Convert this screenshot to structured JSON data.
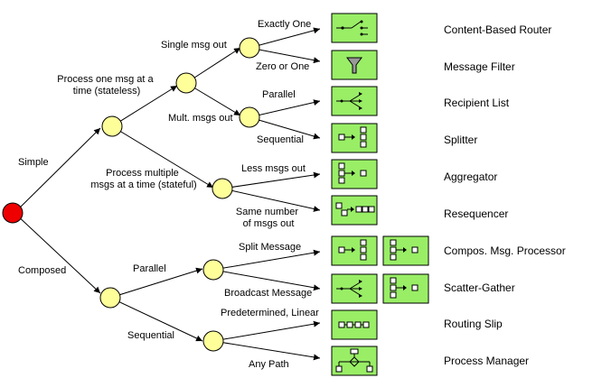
{
  "root_label_top": "Simple",
  "root_label_bottom": "Composed",
  "branches": {
    "stateless": "Process one msg at a time (stateless)",
    "stateful": "Process multiple msgs at a time (stateful)",
    "single_out": "Single msg out",
    "mult_out": "Mult. msgs out",
    "parallel_composed": "Parallel",
    "sequential_composed": "Sequential"
  },
  "leaves": {
    "exactly_one": "Exactly One",
    "zero_or_one": "Zero or One",
    "parallel": "Parallel",
    "sequential": "Sequential",
    "less_msgs": "Less  msgs out",
    "same_number": "Same number of msgs out",
    "split_message": "Split Message",
    "broadcast_message": "Broadcast Message",
    "predetermined": "Predetermined, Linear",
    "any_path": "Any Path"
  },
  "patterns": {
    "content_router": "Content-Based Router",
    "message_filter": "Message Filter",
    "recipient_list": "Recipient List",
    "splitter": "Splitter",
    "aggregator": "Aggregator",
    "resequencer": "Resequencer",
    "composed_processor": "Compos. Msg. Processor",
    "scatter_gather": "Scatter-Gather",
    "routing_slip": "Routing Slip",
    "process_manager": "Process Manager"
  }
}
